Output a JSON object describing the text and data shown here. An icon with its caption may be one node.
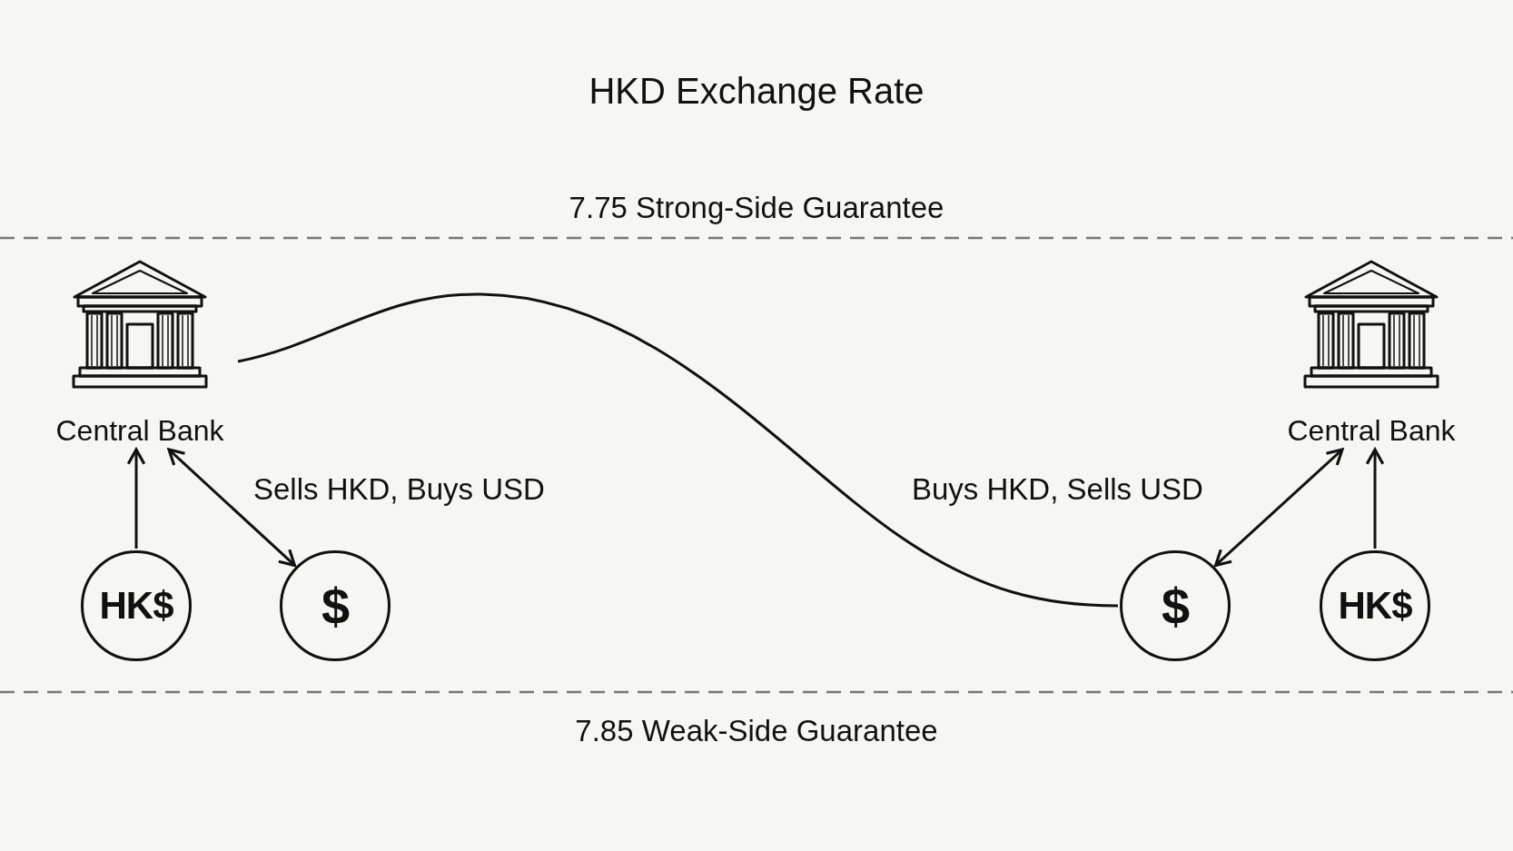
{
  "diagram": {
    "title": "HKD Exchange Rate",
    "nodes": [
      {
        "text": [
          "Central Bank"
        ]
      },
      {
        "text": [
          "HK$"
        ]
      },
      {
        "text": [
          "$"
        ]
      },
      {
        "text": [
          "Central Bank"
        ]
      },
      {
        "text": [
          "$"
        ]
      },
      {
        "text": [
          "HK$"
        ]
      }
    ],
    "edges": [
      {
        "from": 1,
        "to": 0,
        "arrow": "to"
      },
      {
        "from": 0,
        "to": 2,
        "arrow": "both",
        "label": "Sells HKD, Buys USD"
      },
      {
        "from": 0,
        "to": 4,
        "arrow": "none"
      },
      {
        "from": 4,
        "to": 3,
        "arrow": "both",
        "label": "Buys HKD, Sells USD"
      },
      {
        "from": 5,
        "to": 3,
        "arrow": "to"
      }
    ],
    "labels": [
      "7.75 Strong-Side Guarantee",
      "7.85 Weak-Side Guarantee"
    ]
  }
}
